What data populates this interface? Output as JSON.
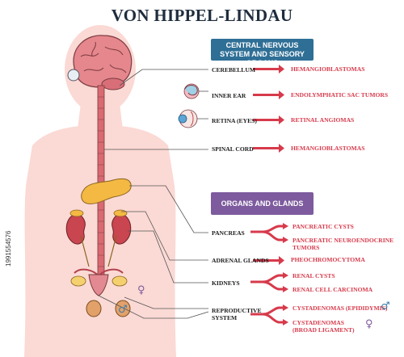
{
  "title": "VON HIPPEL-LINDAU",
  "sections": {
    "cns": "CENTRAL NERVOUS SYSTEM AND SENSORY ORGANS",
    "organs": "ORGANS AND GLANDS"
  },
  "cns_rows": [
    {
      "label": "CEREBELLUM",
      "conditions": [
        "HEMANGIOBLASTOMAS"
      ]
    },
    {
      "label": "INNER EAR",
      "conditions": [
        "ENDOLYMPHATIC SAC TUMORS"
      ]
    },
    {
      "label": "RETINA (EYES)",
      "conditions": [
        "RETINAL ANGIOMAS"
      ]
    },
    {
      "label": "SPINAL CORD",
      "conditions": [
        "HEMANGIOBLASTOMAS"
      ]
    }
  ],
  "organ_rows": [
    {
      "label": "PANCREAS",
      "conditions": [
        "PANCREATIC CYSTS",
        "PANCREATIC NEUROENDOCRINE",
        "TUMORS"
      ]
    },
    {
      "label": "ADRENAL GLANDS",
      "conditions": [
        "PHEOCHROMOCYTOMA"
      ]
    },
    {
      "label": "KIDNEYS",
      "conditions": [
        "RENAL CYSTS",
        "RENAL CELL CARCINOMA"
      ]
    },
    {
      "label": "REPRODUCTIVE",
      "label2": "SYSTEM",
      "conditions": [
        "CYSTADENOMAS (EPIDIDYMIS)",
        "CYSTADENOMAS",
        "(BROAD LIGAMENT)"
      ]
    }
  ],
  "symbols": {
    "male": "♂",
    "female": "♀"
  },
  "colors": {
    "accent": "#d73a4b",
    "cns_box": "#2f6f96",
    "organs_box": "#7d5b9e",
    "body": "#fbd9d4"
  },
  "watermark": "1991554576"
}
